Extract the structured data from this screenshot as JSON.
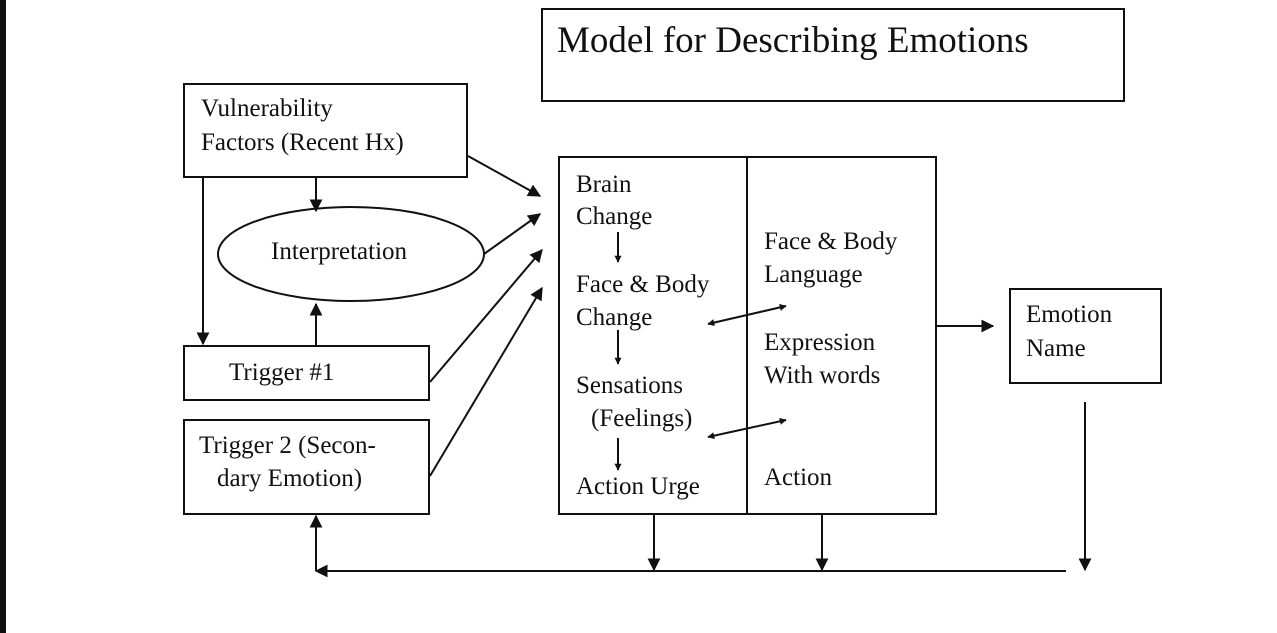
{
  "title": "Model for Describing Emotions",
  "vulnerability": {
    "line1": "Vulnerability",
    "line2": "Factors  (Recent Hx)"
  },
  "interpretation": "Interpretation",
  "trigger1": "Trigger #1",
  "trigger2": {
    "line1": "Trigger 2 (Secon-",
    "line2": "dary Emotion)"
  },
  "experience": {
    "brain_change_1": "Brain",
    "brain_change_2": "Change",
    "face_body_change_1": "Face & Body",
    "face_body_change_2": "Change",
    "sensations_1": "Sensations",
    "sensations_2": "(Feelings)",
    "action_urge": "Action Urge"
  },
  "expression": {
    "face_body_language_1": "Face & Body",
    "face_body_language_2": "Language",
    "expression_words_1": "Expression",
    "expression_words_2": "With words",
    "action": "Action"
  },
  "emotion_name": {
    "line1": "Emotion",
    "line2": "Name"
  }
}
